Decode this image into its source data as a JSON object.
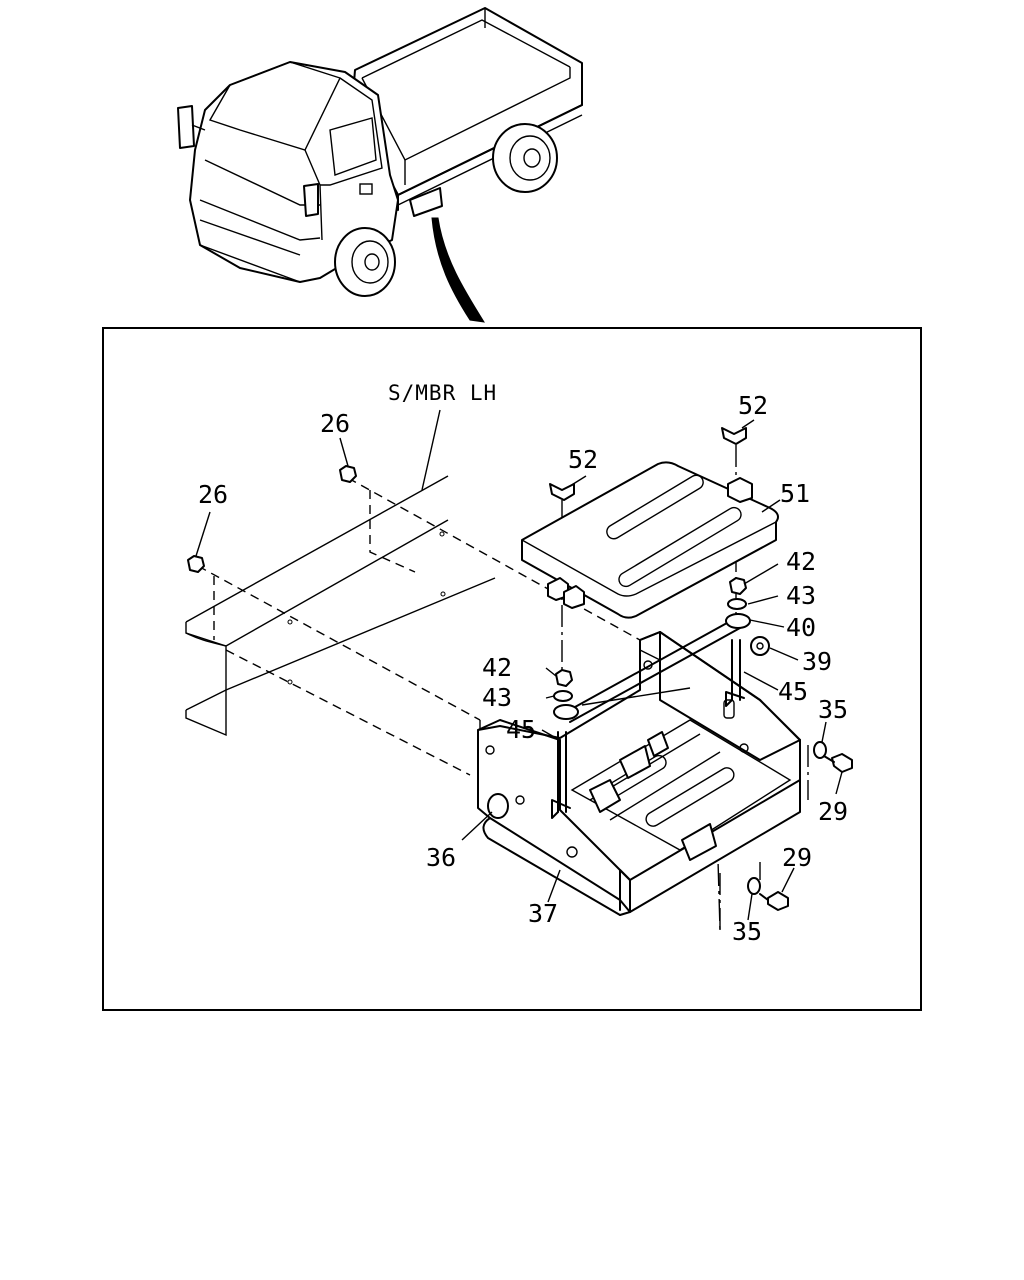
{
  "callouts": {
    "member": "S/MBR LH",
    "nut_26_top": "26",
    "nut_26_left": "26",
    "wingnut_52_right": "52",
    "wingnut_52_left": "52",
    "cover_51": "51",
    "nut_42_right": "42",
    "washer_43_right": "43",
    "hook_40": "40",
    "washer_39": "39",
    "rod_45_right": "45",
    "washer_35_right": "35",
    "bolt_29_right": "29",
    "nut_42_left": "42",
    "washer_43_left": "43",
    "rod_45_left": "45",
    "bushing_36": "36",
    "tray_37": "37",
    "bolt_29_bottom": "29",
    "washer_35_bottom": "35"
  }
}
